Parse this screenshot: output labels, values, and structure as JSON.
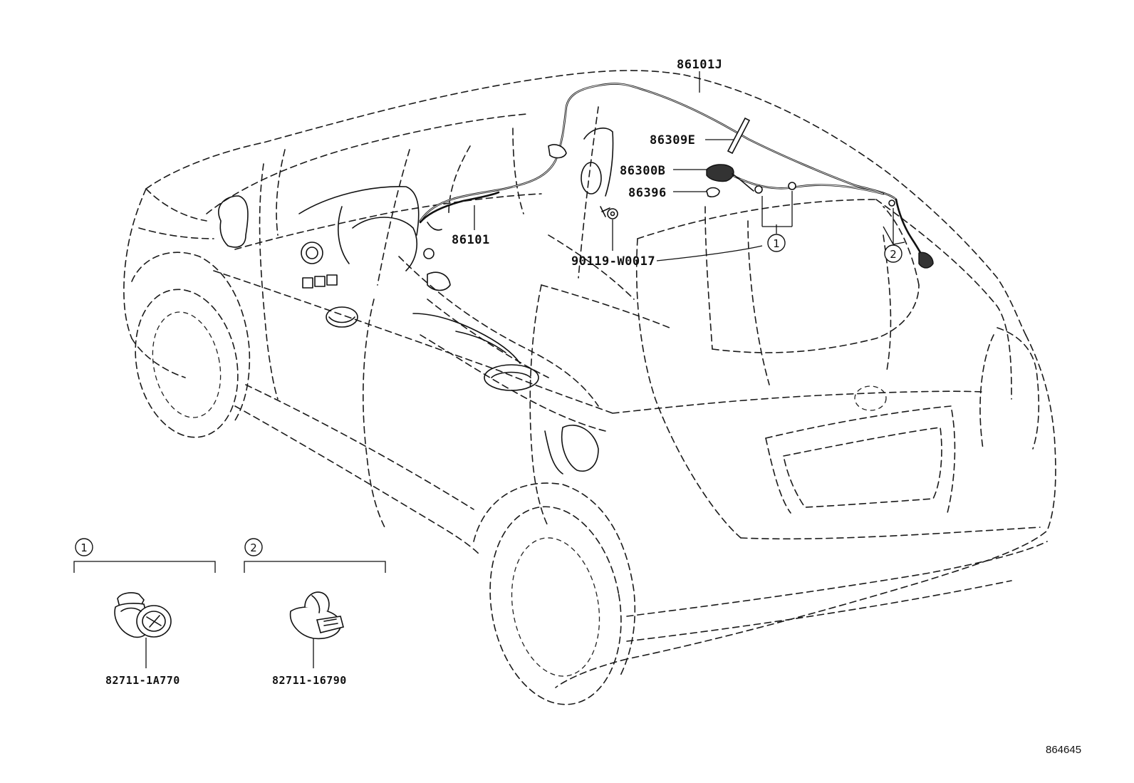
{
  "diagram": {
    "labels": {
      "antenna_cord_j": "86101J",
      "antenna_rod": "86309E",
      "antenna_base": "86300B",
      "antenna_pad": "86396",
      "antenna_cord": "86101",
      "screw": "90119-W0017"
    },
    "callouts": {
      "clamp_1": "1",
      "clamp_2": "2"
    },
    "detail_1": {
      "marker": "1",
      "part_number": "82711-1A770"
    },
    "detail_2": {
      "marker": "2",
      "part_number": "82711-16790"
    },
    "document_id": "864645"
  }
}
